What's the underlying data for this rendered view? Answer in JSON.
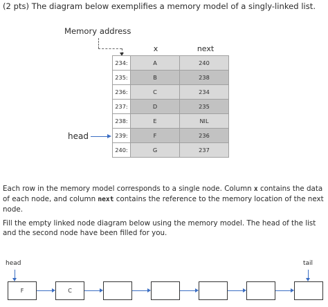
{
  "question": {
    "title": "(2 pts) The diagram below exemplifies a memory model of a singly-linked list."
  },
  "memory_model": {
    "address_label": "Memory address",
    "columns": {
      "x": "x",
      "next": "next"
    },
    "rows": [
      {
        "address": "234:",
        "x": "A",
        "next": "240"
      },
      {
        "address": "235:",
        "x": "B",
        "next": "238"
      },
      {
        "address": "236:",
        "x": "C",
        "next": "234"
      },
      {
        "address": "237:",
        "x": "D",
        "next": "235"
      },
      {
        "address": "238:",
        "x": "E",
        "next": "NIL"
      },
      {
        "address": "239:",
        "x": "F",
        "next": "236"
      },
      {
        "address": "240:",
        "x": "G",
        "next": "237"
      }
    ],
    "head_label": "head",
    "head_points_to_row": 5
  },
  "paragraphs": {
    "p1_a": "Each row in the memory model corresponds to a single node. Column ",
    "p1_code1": "x",
    "p1_b": " contains the data of each node, and column ",
    "p1_code2": "next",
    "p1_c": " contains the reference to the memory location of the next node.",
    "p2": "Fill the empty linked node diagram below using the memory model. The head of the list and the second node have been filled for you."
  },
  "linked_diagram": {
    "head_label": "head",
    "tail_label": "tail",
    "nodes": [
      "F",
      "C",
      "",
      "",
      "",
      "",
      ""
    ]
  }
}
